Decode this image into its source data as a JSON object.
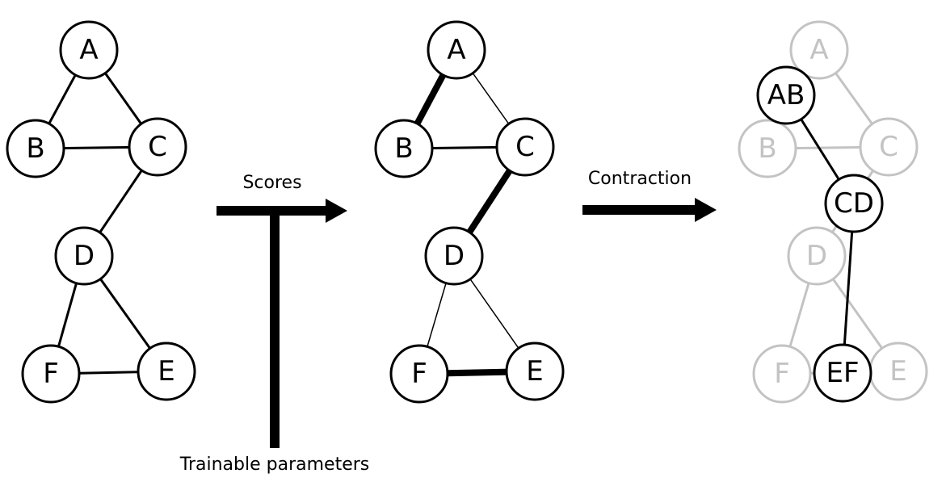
{
  "colors": {
    "ink": "#000000",
    "faded": "#c3c3c3",
    "background": "#ffffff"
  },
  "panels": [
    {
      "id": "original",
      "nodes": [
        {
          "id": "A",
          "label": "A"
        },
        {
          "id": "B",
          "label": "B"
        },
        {
          "id": "C",
          "label": "C"
        },
        {
          "id": "D",
          "label": "D"
        },
        {
          "id": "E",
          "label": "E"
        },
        {
          "id": "F",
          "label": "F"
        }
      ],
      "edges": [
        {
          "from": "A",
          "to": "B",
          "weight": "normal"
        },
        {
          "from": "A",
          "to": "C",
          "weight": "normal"
        },
        {
          "from": "B",
          "to": "C",
          "weight": "normal"
        },
        {
          "from": "C",
          "to": "D",
          "weight": "normal"
        },
        {
          "from": "D",
          "to": "F",
          "weight": "normal"
        },
        {
          "from": "D",
          "to": "E",
          "weight": "normal"
        },
        {
          "from": "F",
          "to": "E",
          "weight": "normal"
        }
      ]
    },
    {
      "id": "scored",
      "nodes": [
        {
          "id": "A",
          "label": "A"
        },
        {
          "id": "B",
          "label": "B"
        },
        {
          "id": "C",
          "label": "C"
        },
        {
          "id": "D",
          "label": "D"
        },
        {
          "id": "E",
          "label": "E"
        },
        {
          "id": "F",
          "label": "F"
        }
      ],
      "edges": [
        {
          "from": "A",
          "to": "B",
          "weight": "heavy"
        },
        {
          "from": "A",
          "to": "C",
          "weight": "light"
        },
        {
          "from": "B",
          "to": "C",
          "weight": "normal"
        },
        {
          "from": "C",
          "to": "D",
          "weight": "heavy"
        },
        {
          "from": "D",
          "to": "F",
          "weight": "light"
        },
        {
          "from": "D",
          "to": "E",
          "weight": "light"
        },
        {
          "from": "F",
          "to": "E",
          "weight": "heavy"
        }
      ]
    },
    {
      "id": "contracted",
      "ghost_nodes": [
        {
          "id": "A",
          "label": "A"
        },
        {
          "id": "B",
          "label": "B"
        },
        {
          "id": "C",
          "label": "C"
        },
        {
          "id": "D",
          "label": "D"
        },
        {
          "id": "E",
          "label": "E"
        },
        {
          "id": "F",
          "label": "F"
        }
      ],
      "ghost_edges": [
        {
          "from": "A",
          "to": "B"
        },
        {
          "from": "A",
          "to": "C"
        },
        {
          "from": "B",
          "to": "C"
        },
        {
          "from": "C",
          "to": "D"
        },
        {
          "from": "D",
          "to": "F"
        },
        {
          "from": "D",
          "to": "E"
        },
        {
          "from": "F",
          "to": "E"
        }
      ],
      "nodes": [
        {
          "id": "AB",
          "label": "AB"
        },
        {
          "id": "CD",
          "label": "CD"
        },
        {
          "id": "EF",
          "label": "EF"
        }
      ],
      "edges": [
        {
          "from": "AB",
          "to": "CD",
          "weight": "normal"
        },
        {
          "from": "CD",
          "to": "EF",
          "weight": "normal"
        }
      ]
    }
  ],
  "labels": {
    "scores": "Scores",
    "trainable_parameters": "Trainable parameters",
    "contraction": "Contraction"
  }
}
